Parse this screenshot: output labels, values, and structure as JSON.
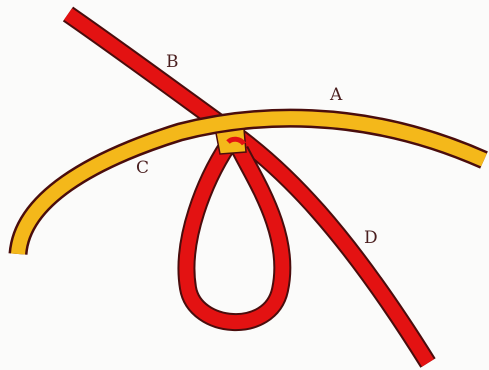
{
  "diagram": {
    "labels": {
      "a": "A",
      "b": "B",
      "c": "C",
      "d": "D"
    },
    "colors": {
      "red_rope": "#e31212",
      "yellow_rope": "#f4b81a",
      "outline": "#4a0d0d",
      "background": "#fbfbfa"
    }
  }
}
